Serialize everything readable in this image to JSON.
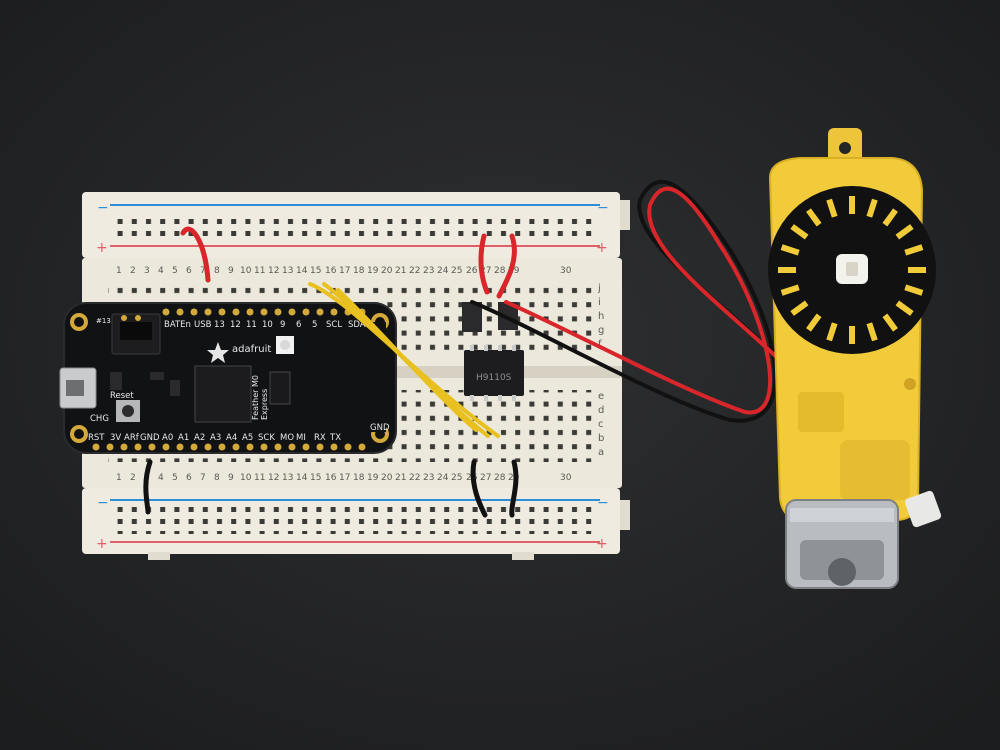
{
  "scene": {
    "description_free": true,
    "colors": {
      "background": "#242526",
      "breadboard": "#ece8dc",
      "rail_blue": "#2a8fd8",
      "rail_red": "#e0606a",
      "wire_red": "#d8262a",
      "wire_black": "#111111",
      "wire_yellow": "#e8c020",
      "motor_yellow": "#f1cb3a",
      "pcb": "#111214",
      "gold": "#d4a93c"
    },
    "breadboard": {
      "column_numbers": [
        "1",
        "2",
        "3",
        "4",
        "5",
        "6",
        "7",
        "8",
        "9",
        "10",
        "11",
        "12",
        "13",
        "14",
        "15",
        "16",
        "17",
        "18",
        "19",
        "20",
        "21",
        "22",
        "23",
        "24",
        "25",
        "26",
        "27",
        "28",
        "29",
        "30"
      ],
      "row_letters_top": [
        "j",
        "i",
        "h",
        "g",
        "f"
      ],
      "row_letters_bottom": [
        "e",
        "d",
        "c",
        "b",
        "a"
      ],
      "rail_minus": "−",
      "rail_plus": "+"
    },
    "feather": {
      "brand": "adafruit",
      "name_line1": "Feather M0",
      "name_line2": "Express",
      "top_pins": [
        "BATEn",
        "USB",
        "13",
        "12",
        "11",
        "10",
        "9",
        "6",
        "5",
        "SCL",
        "SDA"
      ],
      "bottom_pins": [
        "RST",
        "3V",
        "ARf",
        "GND",
        "A0",
        "A1",
        "A2",
        "A3",
        "A4",
        "A5",
        "SCK",
        "MO",
        "MI",
        "RX",
        "TX",
        "GND"
      ],
      "reset_label": "Reset",
      "chg_label": "CHG",
      "led_label": "#13"
    },
    "chip": {
      "marking": "H9110S"
    }
  }
}
